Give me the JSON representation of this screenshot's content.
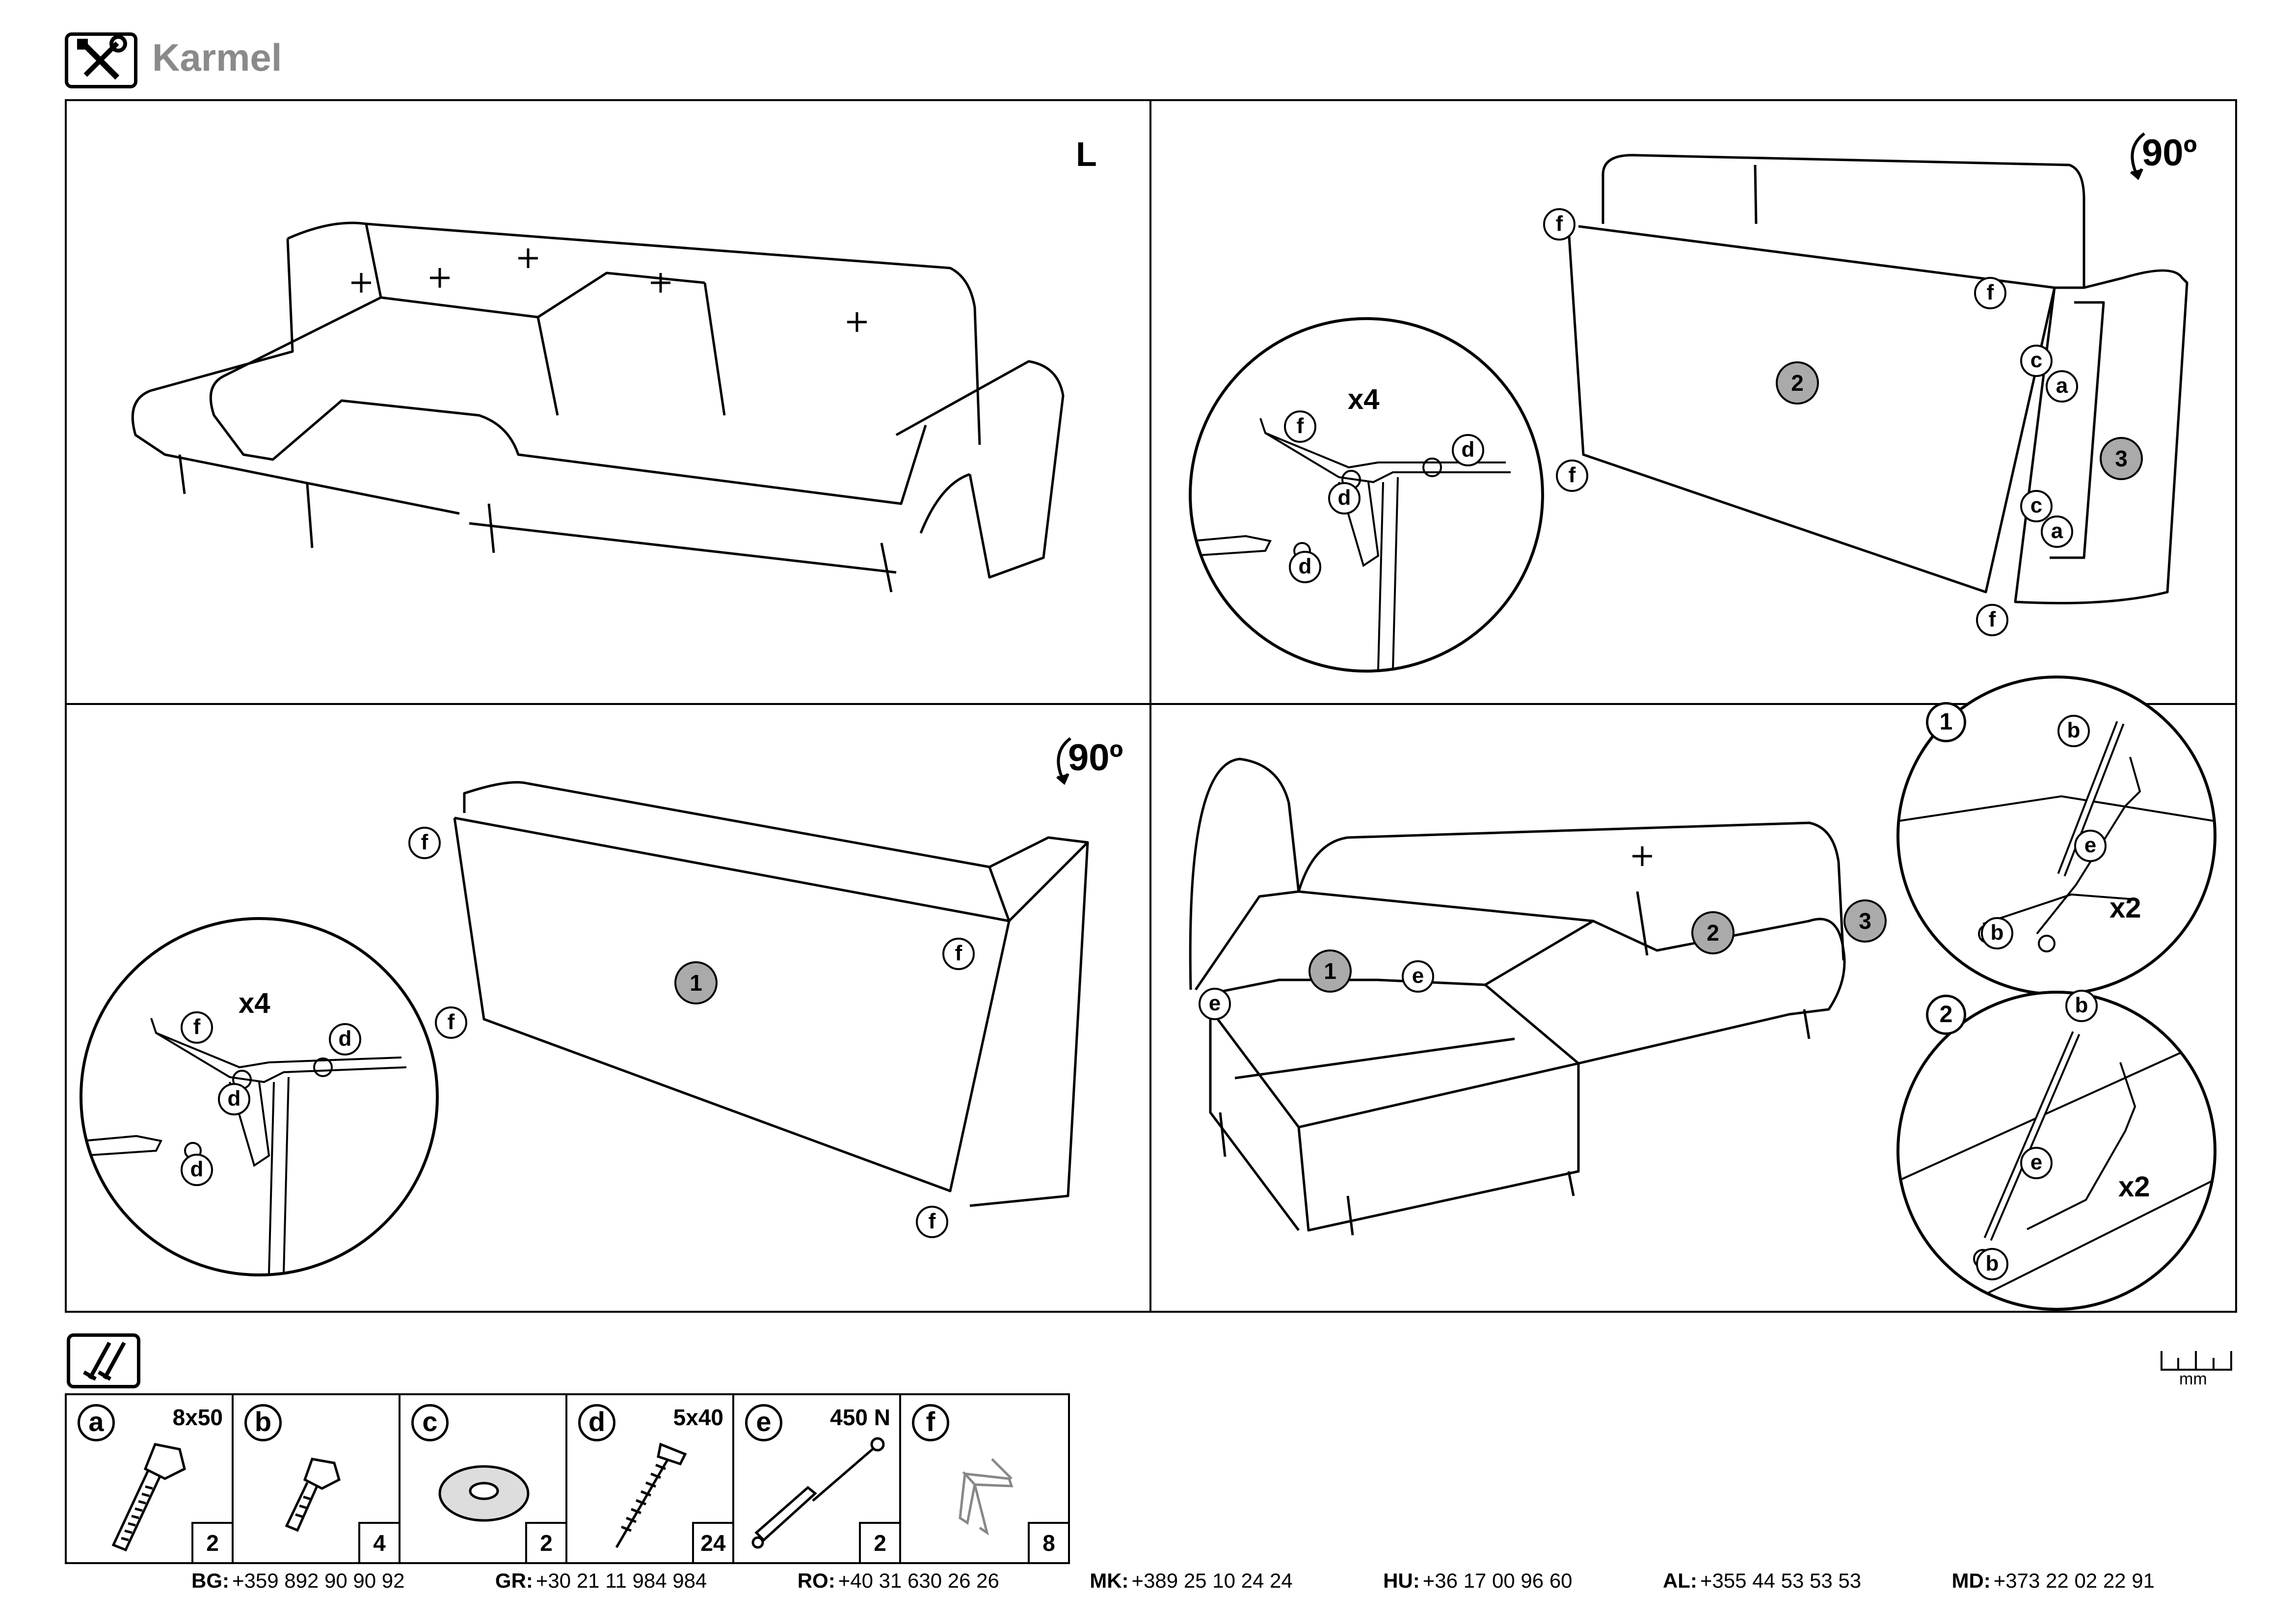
{
  "header": {
    "title": "Karmel"
  },
  "icons": {
    "tools": "tools-icon",
    "hardware": "screws-icon",
    "ruler": "ruler-icon"
  },
  "ruler": {
    "unit": "mm"
  },
  "panels": {
    "p1": {
      "label": "L"
    },
    "p2": {
      "rotation": "90º",
      "count": "x4",
      "parts": [
        "f",
        "d",
        "c",
        "a",
        "2",
        "3"
      ]
    },
    "p3": {
      "rotation": "90º",
      "count": "x4",
      "parts": [
        "f",
        "d",
        "1"
      ]
    },
    "p4": {
      "count1": "x2",
      "count2": "x2",
      "steps": [
        "1",
        "2"
      ],
      "parts": [
        "b",
        "e",
        "1",
        "2",
        "3"
      ]
    }
  },
  "parts": [
    {
      "letter": "a",
      "spec": "8x50",
      "qty": "2",
      "icon": "bolt-long-icon"
    },
    {
      "letter": "b",
      "spec": "",
      "qty": "4",
      "icon": "bolt-short-icon"
    },
    {
      "letter": "c",
      "spec": "",
      "qty": "2",
      "icon": "washer-icon"
    },
    {
      "letter": "d",
      "spec": "5x40",
      "qty": "24",
      "icon": "wood-screw-icon"
    },
    {
      "letter": "e",
      "spec": "450 N",
      "qty": "2",
      "icon": "gas-spring-icon"
    },
    {
      "letter": "f",
      "spec": "",
      "qty": "8",
      "icon": "leg-bracket-icon"
    }
  ],
  "phones": [
    {
      "code": "BG:",
      "number": "+359 892 90 90 92"
    },
    {
      "code": "GR:",
      "number": "+30 21 11 984 984"
    },
    {
      "code": "RO:",
      "number": "+40 31 630 26 26"
    },
    {
      "code": "MK:",
      "number": "+389 25 10 24 24"
    },
    {
      "code": "HU:",
      "number": "+36 17 00 96 60"
    },
    {
      "code": "AL:",
      "number": "+355 44 53 53 53"
    },
    {
      "code": "MD:",
      "number": "+373 22 02 22 91"
    }
  ]
}
